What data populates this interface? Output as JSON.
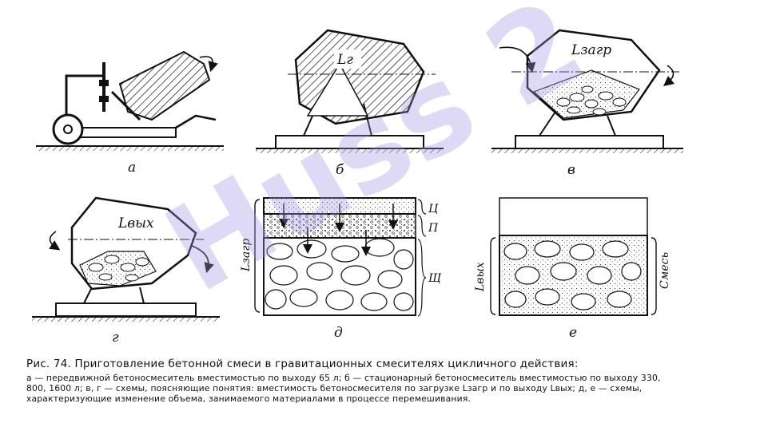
{
  "figure": {
    "panel_labels": [
      "а",
      "б",
      "в",
      "г",
      "д",
      "е"
    ],
    "annotations": {
      "l_g": "Lг",
      "l_zagr": "Lзагр",
      "l_vykh": "Lвых",
      "l_zagr_vertical": "Lзагр",
      "l_vykh_vertical": "Lвых",
      "cement": "Ц",
      "sand": "П",
      "gravel": "Щ",
      "mixture": "Смесь"
    }
  },
  "caption": {
    "title": "Рис. 74. Приготовление бетонной смеси в гравитационных смесителях цикличного действия:",
    "text": "а — передвижной бетоносмеситель вместимостью по выходу 65 л; б — стационарный бетоносмеситель вместимостью по выходу 330, 800, 1600 л; в, г — схемы, поясняющие понятия: вместимость бетоносмесителя по загрузке Lзагр и по выходу Lвых; д, е — схемы, характеризующие изменение объема, занимаемого материалами в процессе перемешивания."
  },
  "watermark": {
    "text": "Huss 2",
    "color": "#a096e6"
  }
}
